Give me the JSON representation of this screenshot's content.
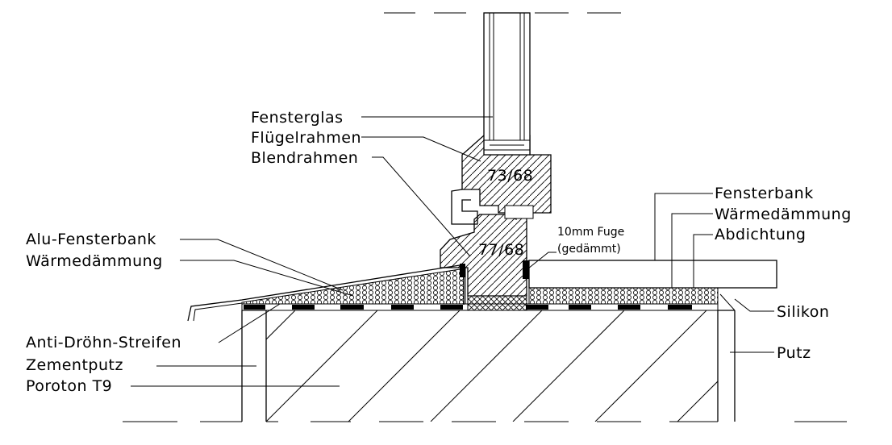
{
  "labels": {
    "fensterglas": "Fensterglas",
    "fluegelrahmen": "Flügelrahmen",
    "blendrahmen": "Blendrahmen",
    "alu_fensterbank": "Alu-Fensterbank",
    "waermedaemmung_left": "Wärmedämmung",
    "anti_droehn": "Anti-Dröhn-Streifen",
    "zementputz": "Zementputz",
    "poroton": "Poroton T9",
    "fensterbank": "Fensterbank",
    "waermedaemmung_right": "Wärmedämmung",
    "abdichtung": "Abdichtung",
    "silikon": "Silikon",
    "putz": "Putz",
    "fuge_line1": "10mm Fuge",
    "fuge_line2": "(gedämmt)",
    "dim_sash": "73/68",
    "dim_frame": "77/68"
  },
  "colors": {
    "line": "#000000",
    "background": "#ffffff"
  }
}
